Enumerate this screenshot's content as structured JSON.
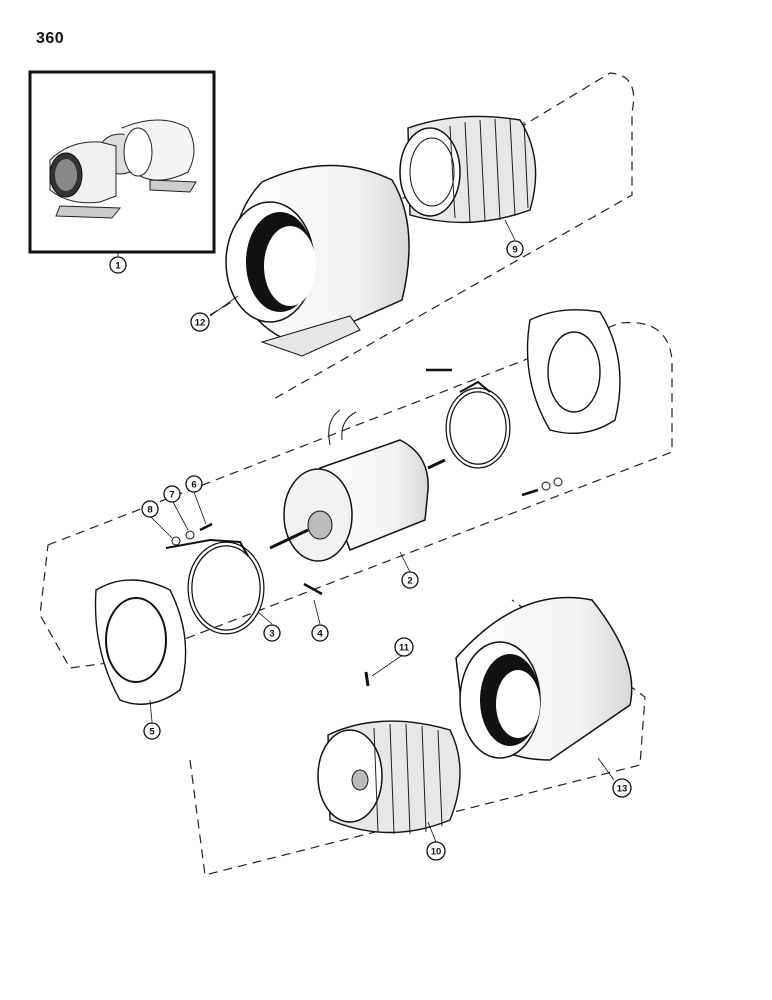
{
  "page": {
    "number": "360"
  },
  "callouts": [
    {
      "id": "1",
      "label": "1"
    },
    {
      "id": "2",
      "label": "2"
    },
    {
      "id": "3",
      "label": "3"
    },
    {
      "id": "4",
      "label": "4"
    },
    {
      "id": "5",
      "label": "5"
    },
    {
      "id": "6",
      "label": "6"
    },
    {
      "id": "7",
      "label": "7"
    },
    {
      "id": "8",
      "label": "8"
    },
    {
      "id": "9",
      "label": "9"
    },
    {
      "id": "10",
      "label": "10"
    },
    {
      "id": "11",
      "label": "11"
    },
    {
      "id": "12",
      "label": "12"
    },
    {
      "id": "13",
      "label": "13"
    }
  ]
}
